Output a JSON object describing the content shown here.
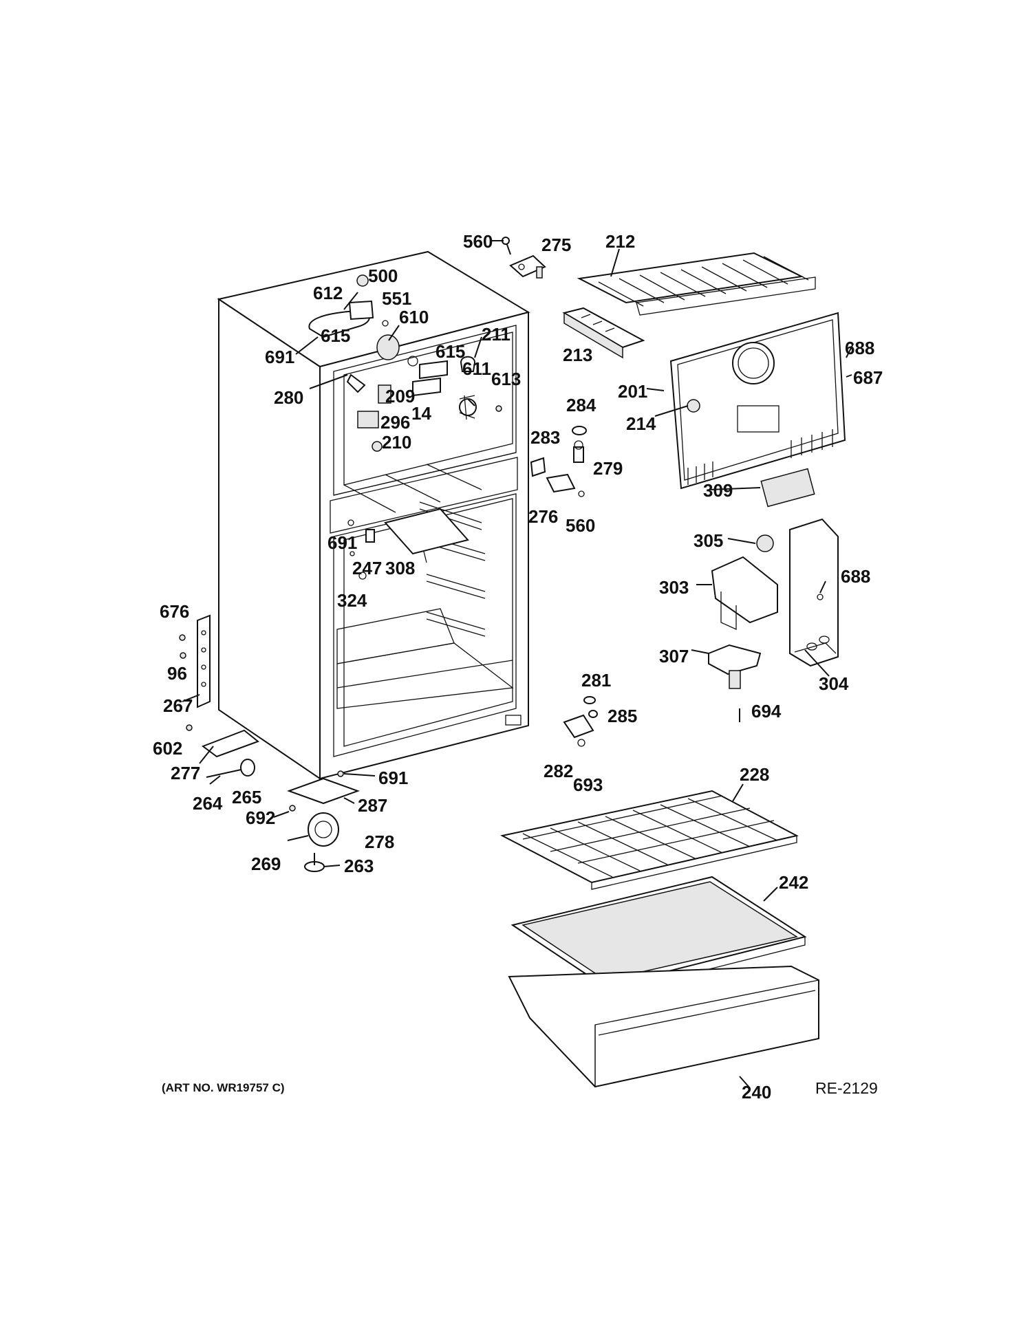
{
  "callouts": [
    {
      "id": "560a",
      "text": "560"
    },
    {
      "id": "275",
      "text": "275"
    },
    {
      "id": "212",
      "text": "212"
    },
    {
      "id": "500",
      "text": "500"
    },
    {
      "id": "612",
      "text": "612"
    },
    {
      "id": "551",
      "text": "551"
    },
    {
      "id": "610",
      "text": "610"
    },
    {
      "id": "615a",
      "text": "615"
    },
    {
      "id": "691a",
      "text": "691"
    },
    {
      "id": "615b",
      "text": "615"
    },
    {
      "id": "211",
      "text": "211"
    },
    {
      "id": "611",
      "text": "611"
    },
    {
      "id": "613",
      "text": "613"
    },
    {
      "id": "213",
      "text": "213"
    },
    {
      "id": "688a",
      "text": "688"
    },
    {
      "id": "687",
      "text": "687"
    },
    {
      "id": "201",
      "text": "201"
    },
    {
      "id": "214",
      "text": "214"
    },
    {
      "id": "280",
      "text": "280"
    },
    {
      "id": "209",
      "text": "209"
    },
    {
      "id": "14",
      "text": "14"
    },
    {
      "id": "296",
      "text": "296"
    },
    {
      "id": "210",
      "text": "210"
    },
    {
      "id": "284",
      "text": "284"
    },
    {
      "id": "283",
      "text": "283"
    },
    {
      "id": "279",
      "text": "279"
    },
    {
      "id": "309",
      "text": "309"
    },
    {
      "id": "276",
      "text": "276"
    },
    {
      "id": "560b",
      "text": "560"
    },
    {
      "id": "691b",
      "text": "691"
    },
    {
      "id": "247",
      "text": "247"
    },
    {
      "id": "308",
      "text": "308"
    },
    {
      "id": "305",
      "text": "305"
    },
    {
      "id": "324",
      "text": "324"
    },
    {
      "id": "303",
      "text": "303"
    },
    {
      "id": "688b",
      "text": "688"
    },
    {
      "id": "676",
      "text": "676"
    },
    {
      "id": "96",
      "text": "96"
    },
    {
      "id": "267",
      "text": "267"
    },
    {
      "id": "307",
      "text": "307"
    },
    {
      "id": "304",
      "text": "304"
    },
    {
      "id": "281",
      "text": "281"
    },
    {
      "id": "285",
      "text": "285"
    },
    {
      "id": "694",
      "text": "694"
    },
    {
      "id": "602",
      "text": "602"
    },
    {
      "id": "277",
      "text": "277"
    },
    {
      "id": "691c",
      "text": "691"
    },
    {
      "id": "282",
      "text": "282"
    },
    {
      "id": "693",
      "text": "693"
    },
    {
      "id": "228",
      "text": "228"
    },
    {
      "id": "264",
      "text": "264"
    },
    {
      "id": "265",
      "text": "265"
    },
    {
      "id": "287",
      "text": "287"
    },
    {
      "id": "692",
      "text": "692"
    },
    {
      "id": "278",
      "text": "278"
    },
    {
      "id": "269",
      "text": "269"
    },
    {
      "id": "263",
      "text": "263"
    },
    {
      "id": "242",
      "text": "242"
    },
    {
      "id": "240",
      "text": "240"
    }
  ],
  "art_number": "(ART NO. WR19757 C)",
  "reference": "RE-2129"
}
